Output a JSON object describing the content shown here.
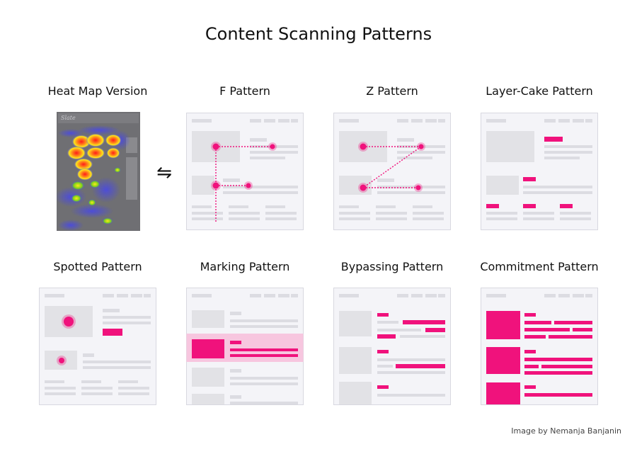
{
  "title": "Content Scanning Patterns",
  "credit": "Image by Nemanja Banjanin",
  "swap_symbol": "⇋",
  "patterns": [
    {
      "label": "Heat Map Version"
    },
    {
      "label": "F Pattern"
    },
    {
      "label": "Z Pattern"
    },
    {
      "label": "Layer-Cake Pattern"
    },
    {
      "label": "Spotted Pattern"
    },
    {
      "label": "Marking Pattern"
    },
    {
      "label": "Bypassing Pattern"
    },
    {
      "label": "Commitment Pattern"
    }
  ],
  "colors": {
    "accent": "#F0127C",
    "mockup_bg": "#F4F4F8",
    "mockup_border": "#D8D8E0",
    "block": "#E2E2E6",
    "line": "#DCDCE2",
    "highlight_band": "#F7C6DF",
    "heat_bg": "#6F6F73"
  }
}
